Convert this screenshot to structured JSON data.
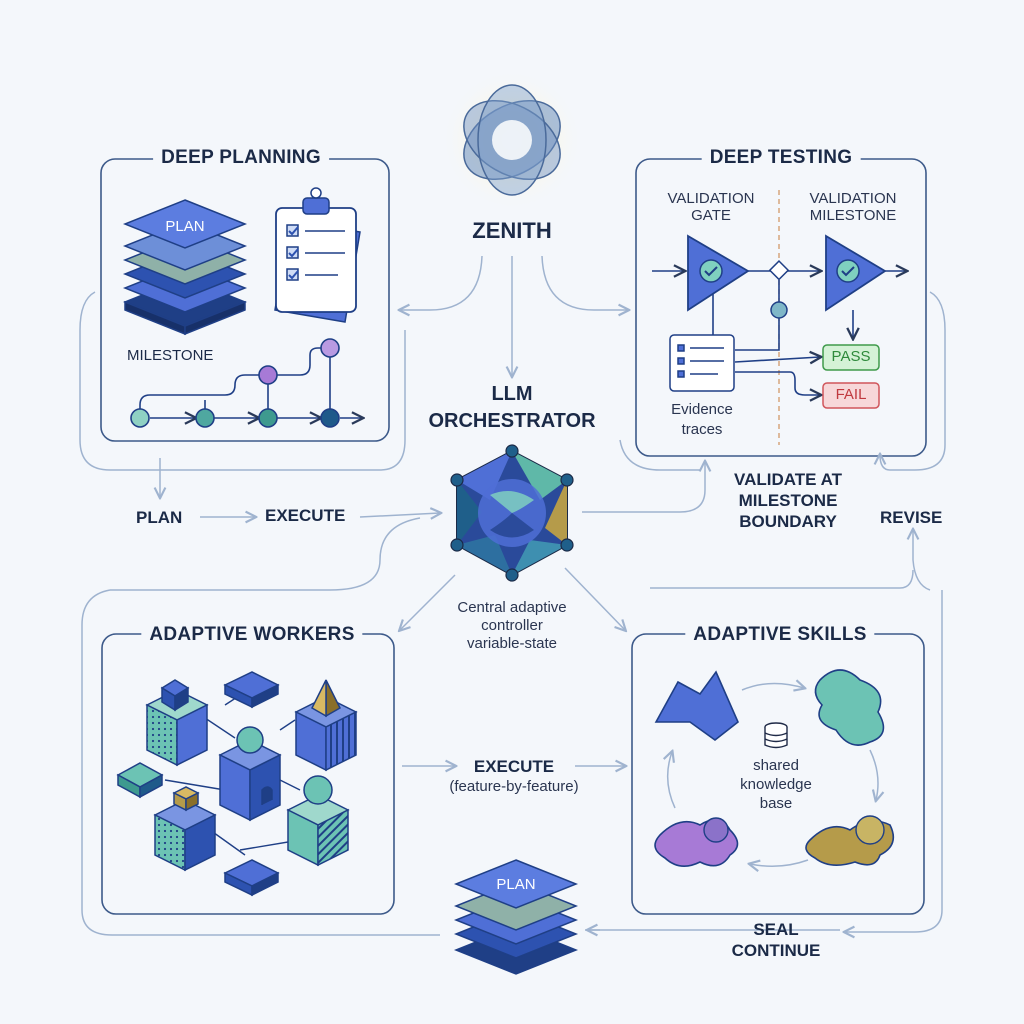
{
  "title": "ZENITH",
  "orchestrator": {
    "title_line1": "LLM",
    "title_line2": "ORCHESTRATOR",
    "caption_line1": "Central adaptive",
    "caption_line2": "controller",
    "caption_line3": "variable-state"
  },
  "panels": {
    "planning": {
      "title": "DEEP PLANNING",
      "plan_label": "PLAN",
      "milestone_label": "MILESTONE"
    },
    "testing": {
      "title": "DEEP TESTING",
      "gate_line1": "VALIDATION",
      "gate_line2": "GATE",
      "milestone_line1": "VALIDATION",
      "milestone_line2": "MILESTONE",
      "pass": "PASS",
      "fail": "FAIL",
      "evidence_line1": "Evidence",
      "evidence_line2": "traces"
    },
    "workers": {
      "title": "ADAPTIVE WORKERS"
    },
    "skills": {
      "title": "ADAPTIVE SKILLS",
      "kb_line1": "shared",
      "kb_line2": "knowledge",
      "kb_line3": "base"
    }
  },
  "flow": {
    "plan": "PLAN",
    "execute": "EXECUTE",
    "validate_line1": "VALIDATE AT",
    "validate_line2": "MILESTONE",
    "validate_line3": "BOUNDARY",
    "revise": "REVISE",
    "execute_workers_line1": "EXECUTE",
    "execute_workers_line2": "(feature-by-feature)",
    "seal": "SEAL",
    "continue": "CONTINUE"
  },
  "bottom_plan_label": "PLAN",
  "colors": {
    "outline": "#3d5a8a",
    "connector": "#9fb3cf",
    "blue": "#4f6fd6",
    "navy": "#1f3f86",
    "teal": "#5fb8a8",
    "purple": "#a77ad6",
    "olive": "#b59b4a",
    "pass_bg": "#d4f2d6",
    "pass_text": "#2e8a3b",
    "fail_bg": "#f7d7d9",
    "fail_text": "#c0393f"
  }
}
